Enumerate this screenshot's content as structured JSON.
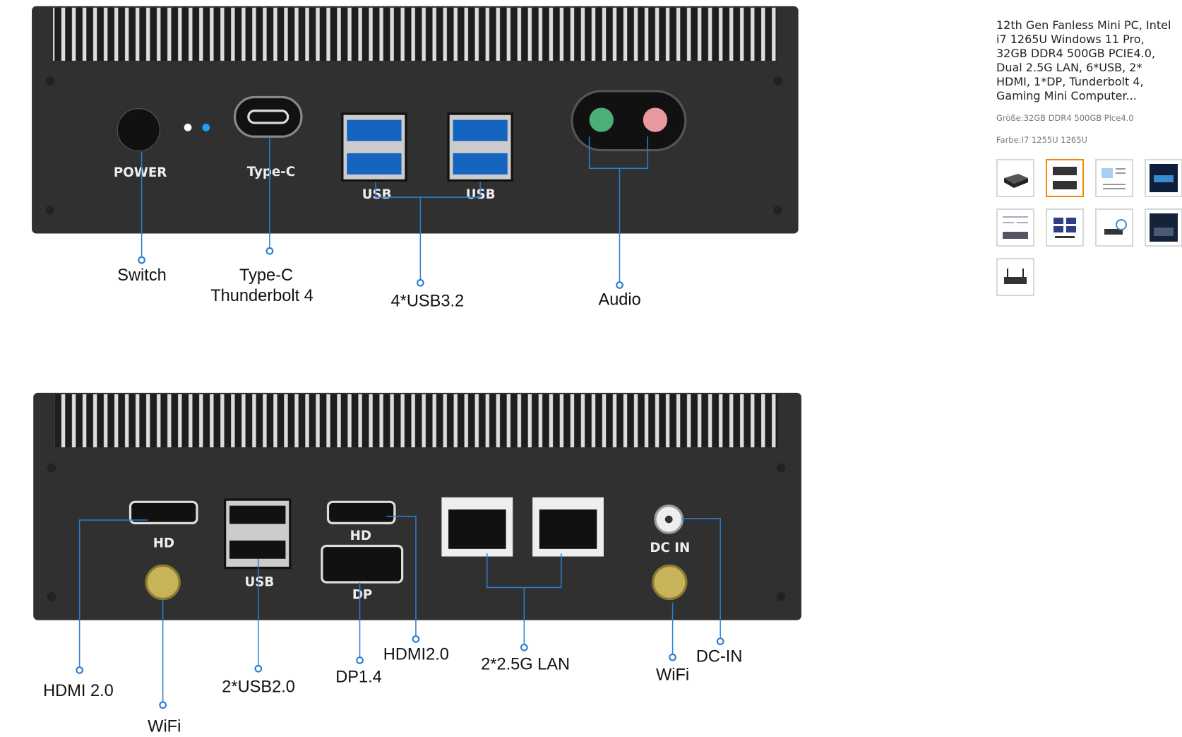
{
  "product": {
    "title": "12th Gen Fanless Mini PC, Intel i7 1265U Windows 11 Pro, 32GB DDR4 500GB PCIE4.0, Dual 2.5G LAN, 6*USB, 2* HDMI, 1*DP, Tunderbolt 4, Gaming Mini Computer...",
    "size": "Größe:32GB DDR4 500GB Plce4.0",
    "color": "Farbe:I7 1255U 1265U",
    "thumbnails": [
      "mini-pc-angle",
      "ports-front-back",
      "specs-sheet",
      "gaming-scene",
      "features-sheet",
      "multi-display",
      "wifi-sheet",
      "heatsink-view",
      "mini-pc-antennas"
    ],
    "selected_thumbnail": 1
  },
  "image": {
    "front_panel": {
      "power": "POWER",
      "typec": "Type-C",
      "usb": "USB",
      "callouts": {
        "switch": "Switch",
        "typec_line1": "Type-C",
        "typec_line2": "Thunderbolt 4",
        "usb": "4*USB3.2",
        "audio": "Audio"
      }
    },
    "back_panel": {
      "hd": "HD",
      "usb": "USB",
      "dp": "DP",
      "dcin": "DC IN",
      "callouts": {
        "hdmi": "HDMI 2.0",
        "wifi_left": "WiFi",
        "usb2": "2*USB2.0",
        "dp": "DP1.4",
        "hdmi2": "HDMI2.0",
        "lan": "2*2.5G LAN",
        "wifi_right": "WiFi",
        "dcin": "DC-IN"
      }
    }
  }
}
